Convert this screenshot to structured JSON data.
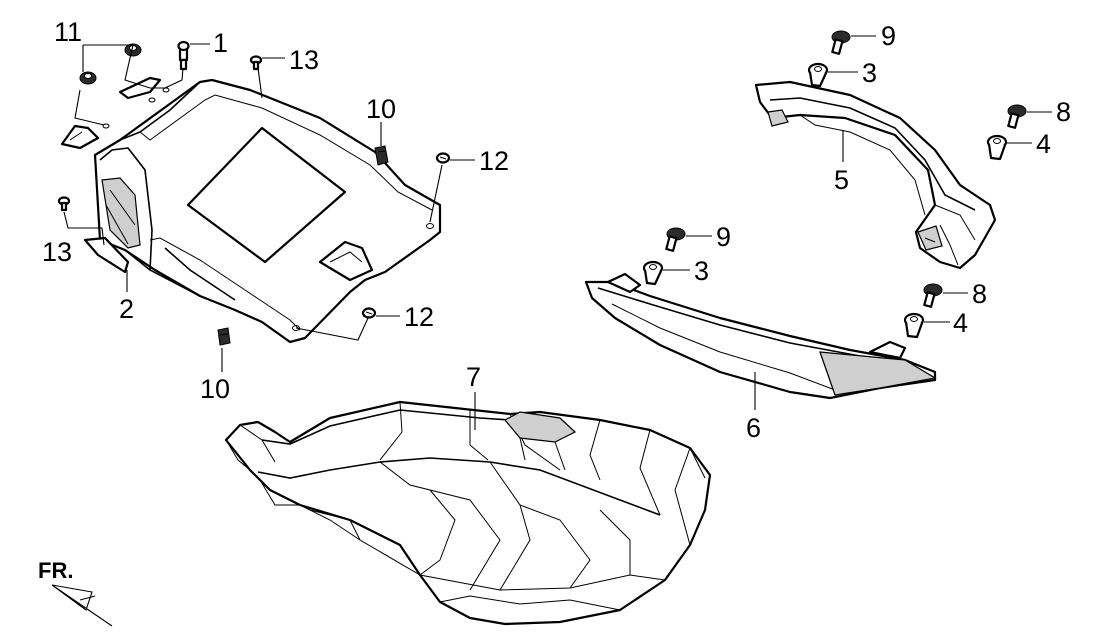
{
  "orientation_label": "FR.",
  "callouts": {
    "c1": "1",
    "c2": "2",
    "c3a": "3",
    "c3b": "3",
    "c4a": "4",
    "c4b": "4",
    "c5": "5",
    "c6": "6",
    "c7": "7",
    "c8a": "8",
    "c8b": "8",
    "c9a": "9",
    "c9b": "9",
    "c10a": "10",
    "c10b": "10",
    "c11": "11",
    "c12a": "12",
    "c12b": "12",
    "c13a": "13",
    "c13b": "13"
  },
  "colors": {
    "line": "#000000",
    "background": "#ffffff"
  }
}
